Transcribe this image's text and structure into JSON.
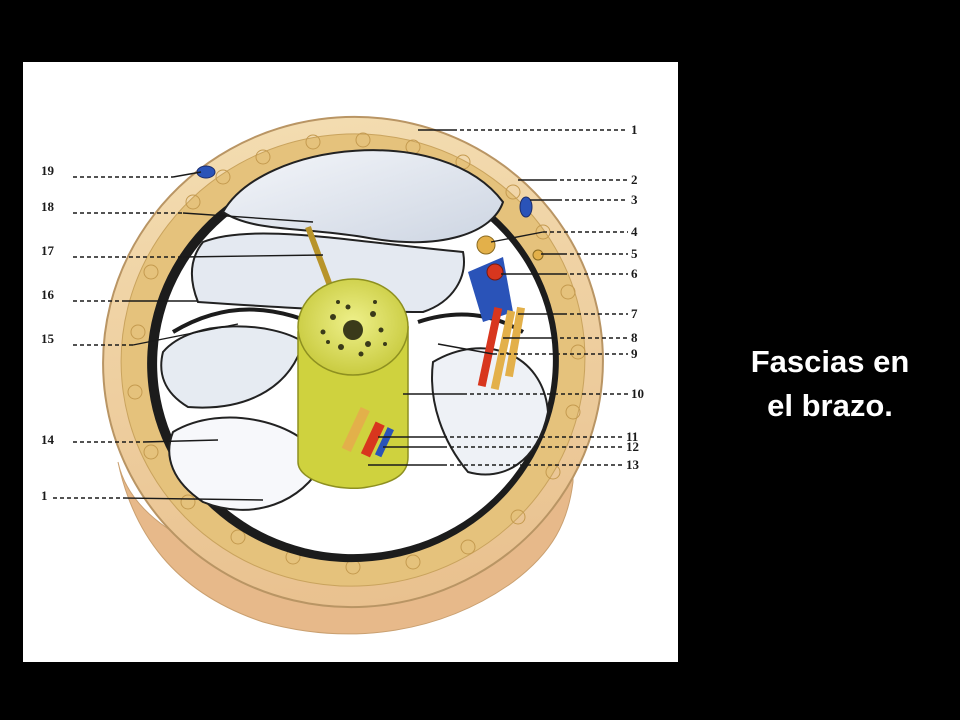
{
  "slide": {
    "title_line_1": "Fascias en",
    "title_line_2": "el brazo."
  },
  "figure": {
    "labels": [
      "1",
      "2",
      "3",
      "4",
      "5",
      "6",
      "7",
      "8",
      "9",
      "10",
      "11",
      "12",
      "13",
      "14",
      "15",
      "16",
      "17",
      "18",
      "19",
      "1"
    ]
  },
  "colors": {
    "background": "#000000",
    "panel": "#ffffff",
    "skin": "#f2d6a6",
    "fat": "#e6c27a",
    "fascia": "#1c1c1c",
    "muscle": "#e9edf3",
    "bone": "#dde04a",
    "marrow": "#3a3a1a",
    "artery": "#d8361e",
    "vein": "#2a53b8",
    "nerve": "#e3b04a"
  }
}
